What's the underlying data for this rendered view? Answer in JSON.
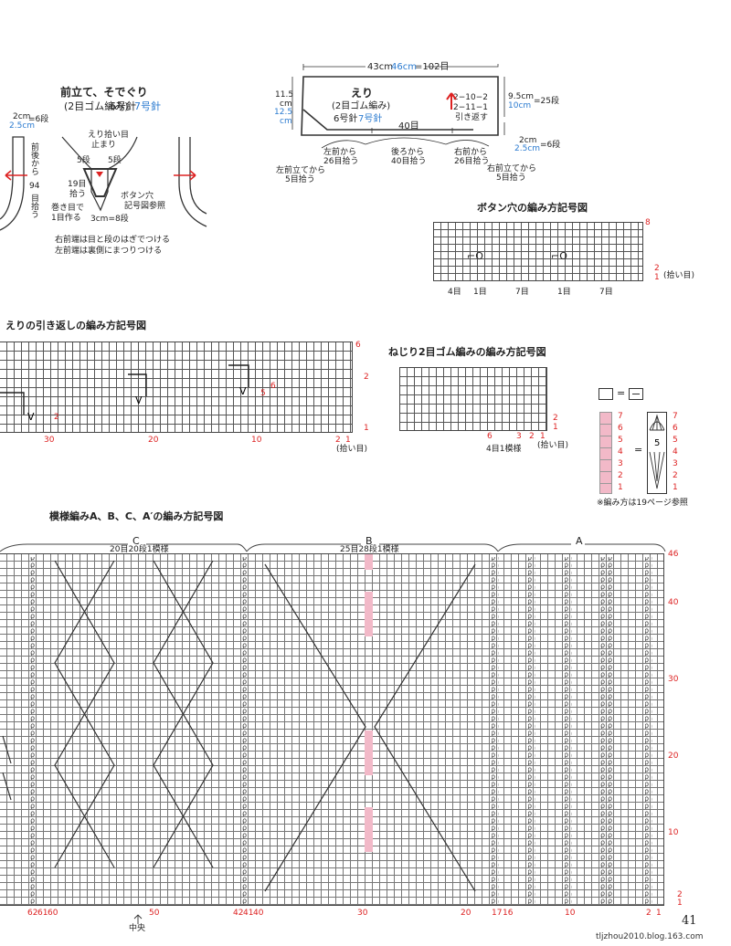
{
  "front": {
    "title": "前立て、そでぐり",
    "subtitle": "(2目ゴム編み)",
    "needle_black": "6号針",
    "needle_blue": "7号針",
    "dim_black": "2cm",
    "dim_rows": "=6段",
    "dim_blue": "2.5cm",
    "pickup_side": "前後から",
    "pickup_94": "94",
    "pickup_94b": "目拾う",
    "eri_stop": "えり拾い目",
    "eri_stop2": "止まり",
    "rows5a": "5段",
    "rows5b": "5段",
    "pick19": "19目",
    "pick19b": "拾う",
    "maki": "巻き目で",
    "maki2": "1目作る",
    "button_ref": "ボタン穴",
    "button_ref2": "記号図参照",
    "dim3cm": "3cm=8段",
    "note1": "右前端は目と段のはぎでつける",
    "note2": "左前端は裏側にまつりつける"
  },
  "collar": {
    "top_dim_black": "43cm",
    "top_dim_blue": "46cm",
    "top_dim_rest": "=102目",
    "left_h_black": "11.5",
    "left_h_unit": "cm",
    "left_h_blue": "12.5",
    "left_h_unit2": "cm",
    "title": "えり",
    "subtitle": "(2目ゴム編み)",
    "needle_black": "6号針",
    "needle_blue": "7号針",
    "short_row1": "2−10−2",
    "short_row2": "2−11−1",
    "short_row3": "引き返す",
    "mid40": "40目",
    "right_h_black": "9.5cm",
    "right_h_blue": "10cm",
    "right_h_rows": "=25段",
    "right_b_black": "2cm",
    "right_b_blue": "2.5cm",
    "right_b_rows": "=6段",
    "lf1": "左前から",
    "lf2": "26目拾う",
    "back1": "後ろから",
    "back2": "40目拾う",
    "rf1": "右前から",
    "rf2": "26目拾う",
    "lfe1": "左前立てから",
    "lfe2": "5目拾う",
    "rfe1": "右前立てから",
    "rfe2": "5目拾う"
  },
  "buttonhole": {
    "title": "ボタン穴の編み方記号図",
    "row8": "8",
    "row2": "2",
    "row1": "1",
    "pickup": "(拾い目)",
    "spans": [
      "4目",
      "1目",
      "7目",
      "1目",
      "7目"
    ],
    "glyph": "⌐O"
  },
  "eri_short": {
    "title": "えりの引き返しの編み方記号図",
    "row6": "6",
    "row2": "2",
    "row1": "1",
    "row6b": "6",
    "row5b": "5",
    "row2b": "2",
    "col30": "30",
    "col20": "20",
    "col10": "10",
    "col2": "2",
    "col1": "1",
    "pickup": "(拾い目)"
  },
  "nejiri": {
    "title": "ねじり2目ゴム編みの編み方記号図",
    "row2": "2",
    "row1": "1",
    "col6": "6",
    "col3": "3",
    "col2": "2",
    "col1": "1",
    "repeat": "4目1模様",
    "pickup": "(拾い目)"
  },
  "legend": {
    "equals": "=",
    "rows": [
      "7",
      "6",
      "5",
      "4",
      "3",
      "2",
      "1"
    ],
    "center": "5",
    "note": "※編み方は19ページ参照"
  },
  "pattern": {
    "title": "模様編みA、B、C、A′の編み方記号図",
    "label_c": "C",
    "label_b": "B",
    "label_a": "A",
    "c_repeat": "20目20段1模様",
    "b_repeat": "25目28段1模様",
    "rows": [
      "46",
      "40",
      "30",
      "20",
      "10",
      "2",
      "1"
    ],
    "cols": [
      "62",
      "61",
      "60",
      "50",
      "42",
      "41",
      "40",
      "30",
      "20",
      "17",
      "16",
      "10",
      "2",
      "1"
    ],
    "center": "中央"
  },
  "footer": {
    "page": "41",
    "credit": "tljzhou2010.blog.163.com"
  },
  "colors": {
    "accent_red": "#dd2222",
    "accent_blue": "#2b7bd0",
    "pink_fill": "#f2b9c8"
  }
}
